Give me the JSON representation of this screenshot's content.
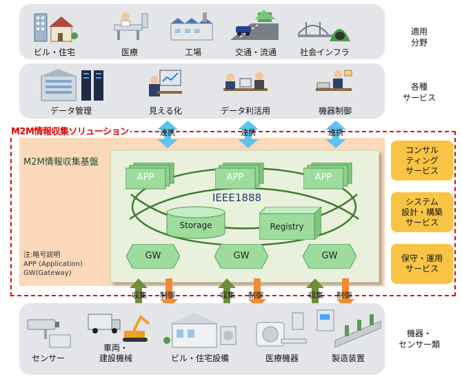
{
  "rows": {
    "application": {
      "label": "適用\n分野",
      "items": [
        "ビル・住宅",
        "医療",
        "工場",
        "交通・流通",
        "社会インフラ"
      ]
    },
    "services": {
      "label": "各種\nサービス",
      "items": [
        "データ管理",
        "見える化",
        "データ利活用",
        "機器制御"
      ]
    },
    "devices": {
      "label": "機器・\nセンサー類",
      "items": [
        "センサー",
        "車両・\n建設機械",
        "ビル・住宅設備",
        "医療機器",
        "製造装置"
      ]
    }
  },
  "solution": {
    "title": "M2M情報収集ソリューション",
    "platform_title": "M2M情報収集基盤",
    "link_label": "連携",
    "app_label": "APP",
    "gw_label": "GW",
    "protocol_label": "IEEE1888",
    "storage_label": "Storage",
    "registry_label": "Registry",
    "collect_label": "収集",
    "control_label": "制御",
    "abbreviations": "注:略号説明\n  APP (Application)\n  GW(Gateway)"
  },
  "side_services": [
    "コンサル\nティング\nサービス",
    "システム\n設計・構築\nサービス",
    "保守・運用\nサービス"
  ],
  "colors": {
    "band": "#e3e5e8",
    "dashed_border": "#e60000",
    "peach": "#fcd9bb",
    "platform": "#e9f1dd",
    "component_green": "#8fd18f",
    "up_arrow": "#6d8f3a",
    "down_arrow": "#f18b34",
    "link_arrow": "#5ec3ee",
    "side_button": "#f9c445"
  }
}
